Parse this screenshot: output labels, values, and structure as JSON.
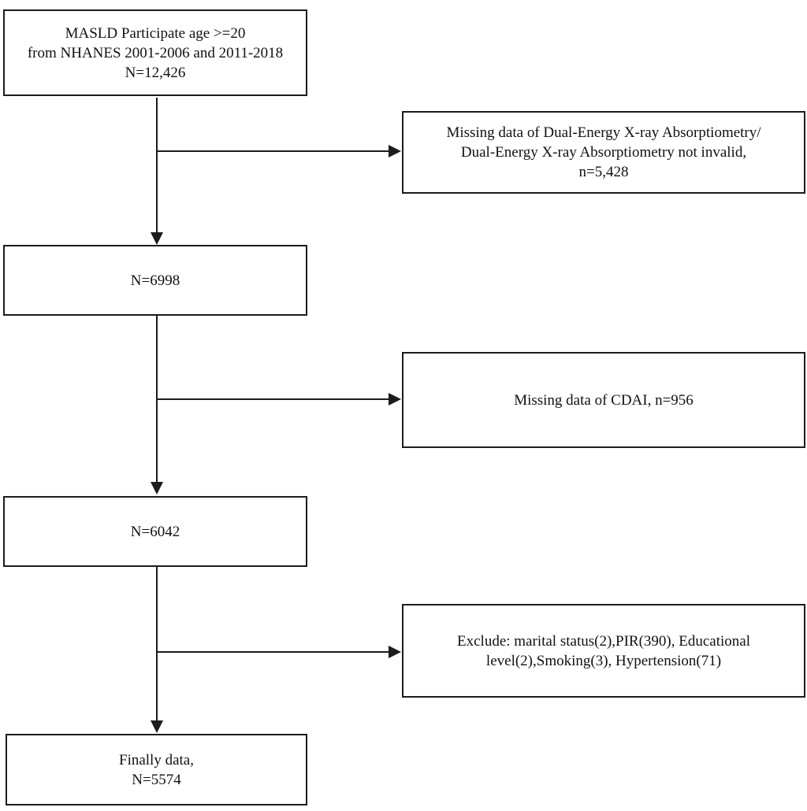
{
  "colors": {
    "line": "#1c1c1c",
    "background": "#ffffff",
    "text": "#111111"
  },
  "boxes": {
    "initial": {
      "lines": [
        "MASLD Participate age >=20",
        "from NHANES 2001-2006 and 2011-2018",
        "N=12,426"
      ]
    },
    "exclusion1": {
      "lines": [
        "Missing data of Dual-Energy X-ray Absorptiometry/",
        "Dual-Energy X-ray Absorptiometry not invalid,",
        "n=5,428"
      ]
    },
    "step2": {
      "lines": [
        "N=6998"
      ]
    },
    "exclusion2": {
      "lines": [
        "Missing data of CDAI, n=956"
      ]
    },
    "step3": {
      "lines": [
        "N=6042"
      ]
    },
    "exclusion3": {
      "lines": [
        "Exclude: marital status(2),PIR(390), Educational",
        "level(2),Smoking(3), Hypertension(71)"
      ]
    },
    "final": {
      "lines": [
        "Finally data,",
        "N=5574"
      ]
    }
  }
}
